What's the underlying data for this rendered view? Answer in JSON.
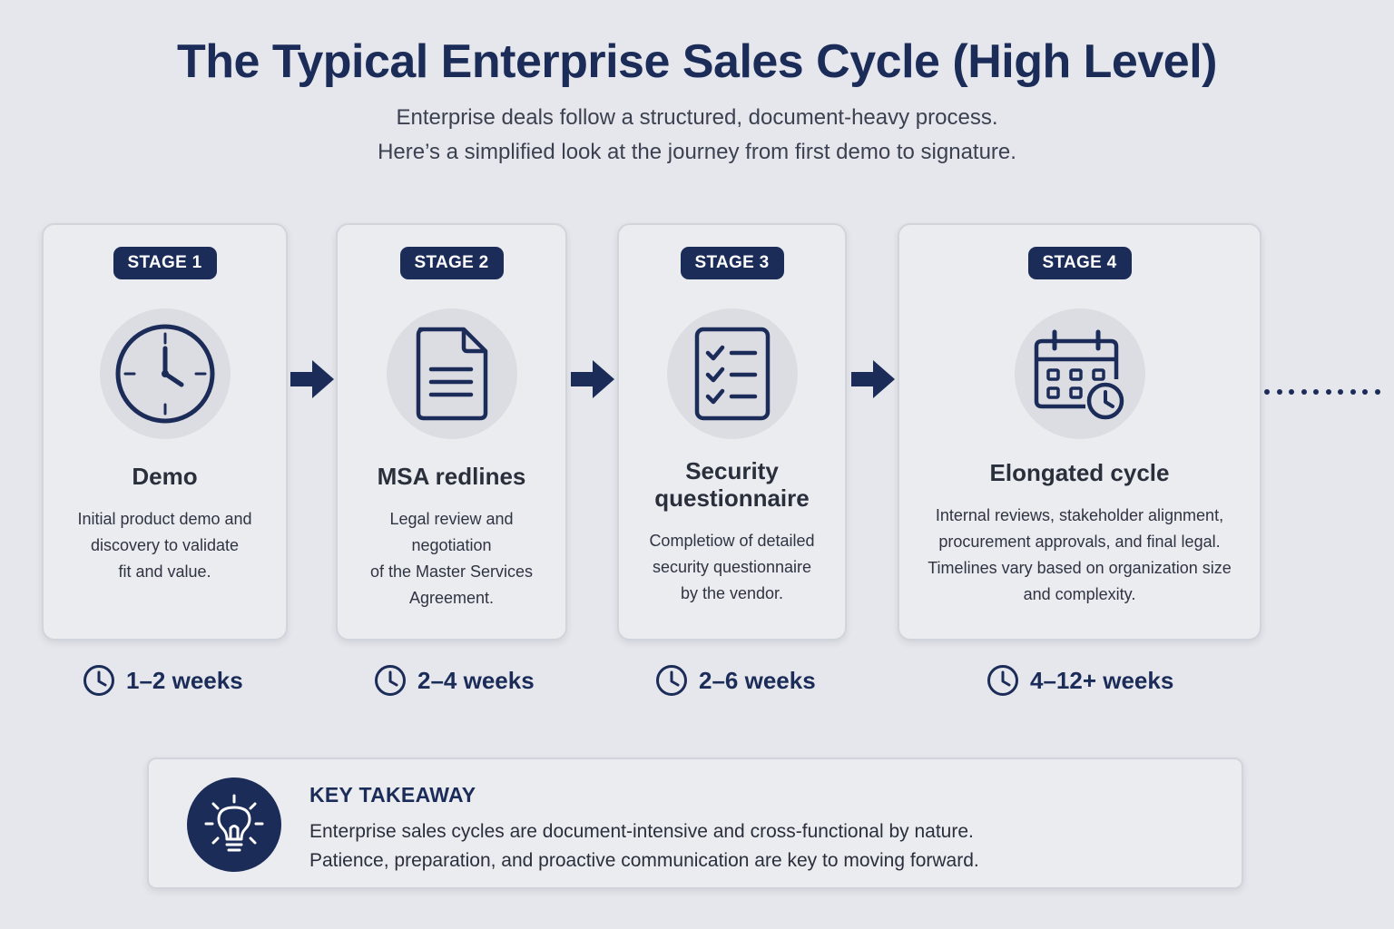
{
  "header": {
    "title": "The Typical Enterprise Sales Cycle (High Level)",
    "subtitle_line1": "Enterprise deals follow a structured, document-heavy process.",
    "subtitle_line2": "Here’s a simplified look at the journey from first demo to signature."
  },
  "stages": [
    {
      "badge": "STAGE 1",
      "icon": "clock-icon",
      "title": "Demo",
      "description": [
        "Initial product demo and",
        "discovery to validate",
        "fit and value."
      ],
      "duration": "1–2 weeks"
    },
    {
      "badge": "STAGE 2",
      "icon": "document-icon",
      "title": "MSA redlines",
      "description": [
        "Legal review and negotiation",
        "of the Master Services",
        "Agreement."
      ],
      "duration": "2–4 weeks"
    },
    {
      "badge": "STAGE 3",
      "icon": "checklist-icon",
      "title": "Security questionnaire",
      "title_lines": [
        "Security",
        "questionnaire"
      ],
      "description": [
        "Completiow of detailed",
        "security questionnaire",
        "by the vendor."
      ],
      "duration": "2–6 weeks"
    },
    {
      "badge": "STAGE 4",
      "icon": "calendar-clock-icon",
      "title": "Elongated cycle",
      "description": [
        "Internal reviews, stakeholder alignment,",
        "procurement approvals, and final legal.",
        "Timelines vary based on organization size",
        "and complexity."
      ],
      "duration": "4–12+ weeks"
    }
  ],
  "takeaway": {
    "icon": "lightbulb-icon",
    "heading": "KEY TAKEAWAY",
    "line1": "Enterprise sales cycles are document-intensive and cross-functional by nature.",
    "line2": "Patience, preparation, and proactive communication are key to moving forward."
  },
  "colors": {
    "navy": "#1b2c59",
    "background": "#e6e7ec",
    "card": "#ebecf0",
    "icon_circle": "#dcdde2"
  }
}
